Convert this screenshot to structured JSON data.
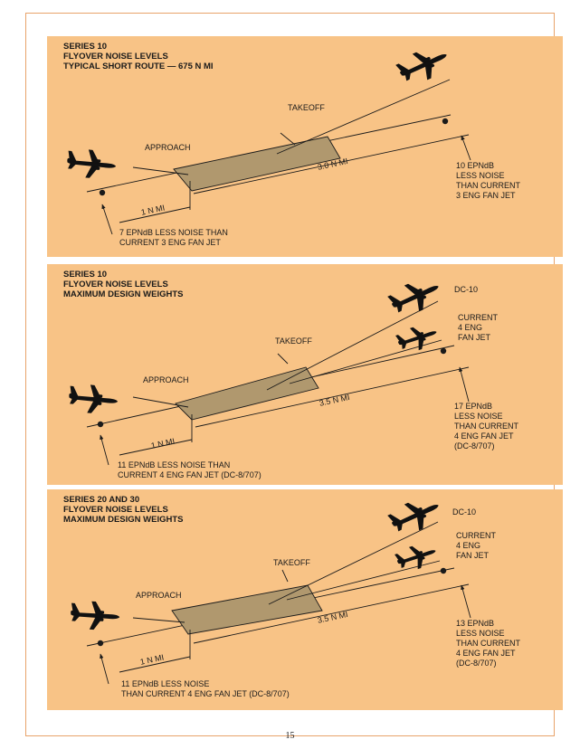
{
  "colors": {
    "panel": "#f8c386",
    "runway": "#b0986e",
    "ink": "#1a1a1a",
    "border": "#e8a36a"
  },
  "panels": [
    {
      "title_lines": [
        "SERIES 10",
        "FLYOVER NOISE LEVELS",
        "TYPICAL SHORT ROUTE — 675 N MI"
      ],
      "takeoff_label": "TAKEOFF",
      "approach_label": "APPROACH",
      "long_distance": "3.0 N MI",
      "short_distance": "1 N MI",
      "takeoff_note_lines": [
        "10 EPNdB",
        "LESS NOISE",
        "THAN CURRENT",
        "3 ENG FAN JET"
      ],
      "approach_note_lines": [
        "7 EPNdB LESS NOISE THAN",
        "CURRENT 3 ENG FAN JET"
      ]
    },
    {
      "title_lines": [
        "SERIES 10",
        "FLYOVER NOISE LEVELS",
        "MAXIMUM DESIGN WEIGHTS"
      ],
      "takeoff_label": "TAKEOFF",
      "approach_label": "APPROACH",
      "dc10_label": "DC-10",
      "current_label_lines": [
        "CURRENT",
        "4 ENG",
        "FAN JET"
      ],
      "long_distance": "3.5 N MI",
      "short_distance": "1 N MI",
      "takeoff_note_lines": [
        "17 EPNdB",
        "LESS NOISE",
        "THAN CURRENT",
        "4 ENG FAN JET",
        "(DC-8/707)"
      ],
      "approach_note_lines": [
        "11 EPNdB LESS NOISE THAN",
        "CURRENT 4 ENG FAN JET (DC-8/707)"
      ]
    },
    {
      "title_lines": [
        "SERIES 20 AND 30",
        "FLYOVER NOISE LEVELS",
        "MAXIMUM DESIGN WEIGHTS"
      ],
      "takeoff_label": "TAKEOFF",
      "approach_label": "APPROACH",
      "dc10_label": "DC-10",
      "current_label_lines": [
        "CURRENT",
        "4 ENG",
        "FAN JET"
      ],
      "long_distance": "3.5 N MI",
      "short_distance": "1 N MI",
      "takeoff_note_lines": [
        "13 EPNdB",
        "LESS NOISE",
        "THAN CURRENT",
        "4 ENG FAN JET",
        "(DC-8/707)"
      ],
      "approach_note_lines": [
        "11 EPNdB LESS NOISE",
        "THAN CURRENT 4 ENG FAN JET  (DC-8/707)"
      ]
    }
  ],
  "page_number": "15"
}
